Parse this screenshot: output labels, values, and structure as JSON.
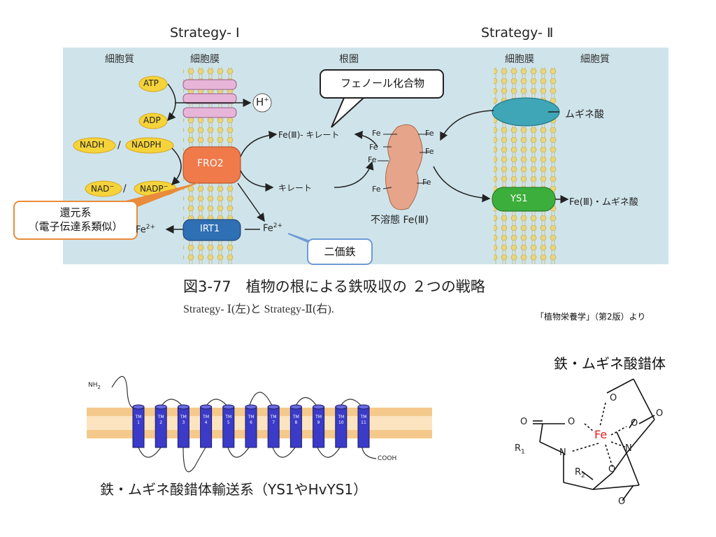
{
  "strategy": {
    "left": "Strategy- Ⅰ",
    "right": "Strategy- Ⅱ"
  },
  "compartments": {
    "left_cytoplasm": "細胞質",
    "left_membrane": "細胞膜",
    "rhizosphere": "根圏",
    "right_membrane": "細胞膜",
    "right_cytoplasm": "細胞質"
  },
  "molecules": {
    "atp": "ATP",
    "adp": "ADP",
    "nadh": "NADH",
    "nadph": "NADPH",
    "slash": "/",
    "nad": "NAD",
    "nadp": "NADP",
    "minus": "−",
    "h": "H",
    "plus": "+",
    "fe": "Fe",
    "fe2_sup": "2+",
    "fe3_chelate": "Fe(Ⅲ)- キレート",
    "chelate": "キレート",
    "insoluble_fe": "不溶態 Fe(Ⅲ)",
    "mugineic_acid": "ムギネ酸",
    "fe3_mugineic": "Fe(Ⅲ)・ムギネ酸"
  },
  "proteins": {
    "fro2": "FRO2",
    "irt1": "IRT1",
    "ys1": "YS1"
  },
  "callouts": {
    "phenol": "フェノール化合物",
    "reduction_line1": "還元系",
    "reduction_line2": "（電子伝達系類似）",
    "ferrous": "二価鉄"
  },
  "caption": {
    "title": "図3-77　植物の根による鉄吸収の ２つの戦略",
    "subtitle": "Strategy- Ⅰ(左)と Strategy-Ⅱ(右).",
    "source": "「植物栄養学」（第2版）より"
  },
  "transporter": {
    "nh2": "NH",
    "nh2_sub": "2",
    "cooh": "COOH",
    "tm_label": "TM",
    "segments": [
      "1",
      "2",
      "3",
      "4",
      "5",
      "6",
      "7",
      "8",
      "9",
      "10",
      "11"
    ],
    "title": "鉄・ムギネ酸錯体輸送系（YS1やHvYS1）"
  },
  "complex": {
    "title": "鉄・ムギネ酸錯体",
    "fe": "Fe",
    "o": "O",
    "n": "N",
    "r1": "R",
    "r1_sub": "1",
    "r2": "R",
    "r2_sub": "2"
  },
  "colors": {
    "background_band": "#cfe4ea",
    "membrane_lipid": "#e8d9a0",
    "fro2": "#f07a4a",
    "irt1": "#2f6fb4",
    "mugineic_transporter": "#3ea6b6",
    "ys1": "#3cae3c",
    "callout_orange": "#e98b3a",
    "callout_blue": "#6e9ad6",
    "tm_helix": "#3b3bc8",
    "fe_red": "#e02020"
  }
}
